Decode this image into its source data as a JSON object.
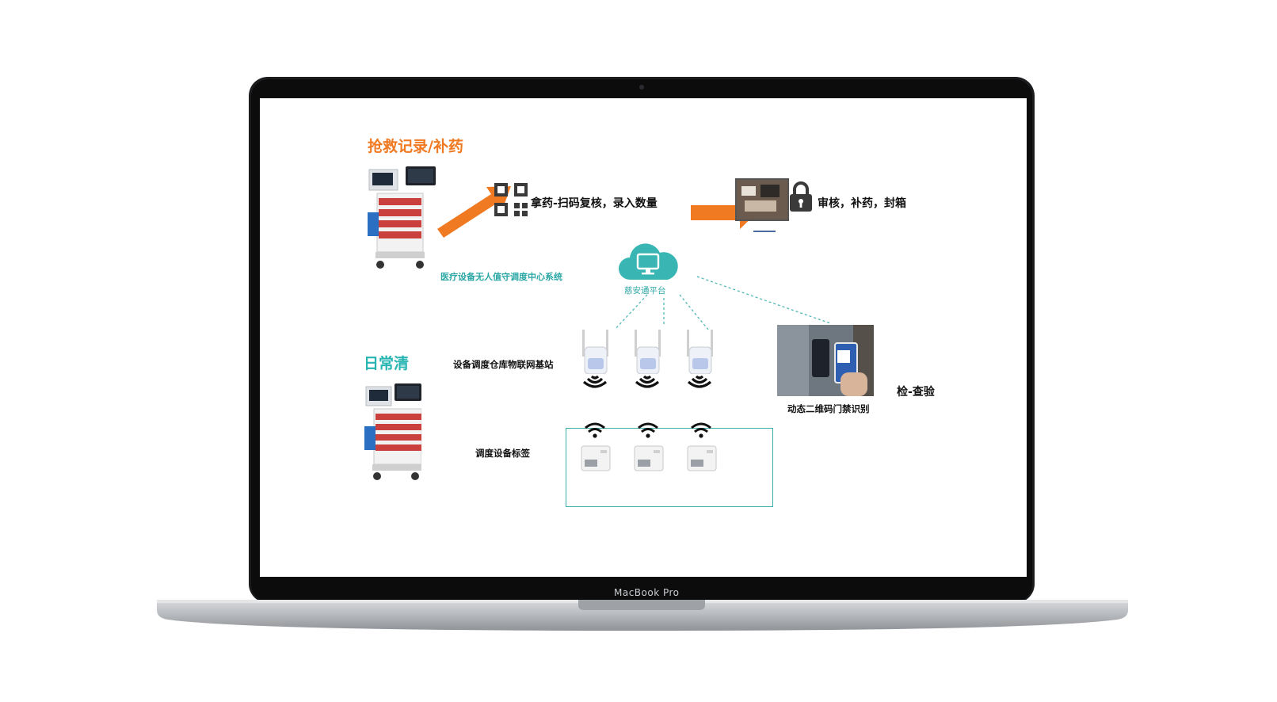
{
  "device": {
    "brand": "MacBook Pro"
  },
  "diagram": {
    "title_rescue": "抢救记录/补药",
    "title_daily": "日常清",
    "title_daily_suffix": "检-查验",
    "step_scan": "拿药-扫码复核，录入数量",
    "step_audit": "审核，补药，封箱",
    "system_name": "医疗设备无人值守调度中心系统",
    "platform_name": "慈安通平台",
    "base_station_label": "设备调度仓库物联网基站",
    "door_access_label": "动态二维码门禁识别",
    "tag_label": "调度设备标签"
  },
  "colors": {
    "orange": "#f07a22",
    "teal": "#2aa7a5",
    "cart_red": "#c9403d"
  },
  "icons": [
    "qr-code-icon",
    "lock-icon",
    "cloud-monitor-icon",
    "wifi-icon",
    "signal-icon",
    "router-icon",
    "tag-device-icon",
    "cart-icon"
  ]
}
